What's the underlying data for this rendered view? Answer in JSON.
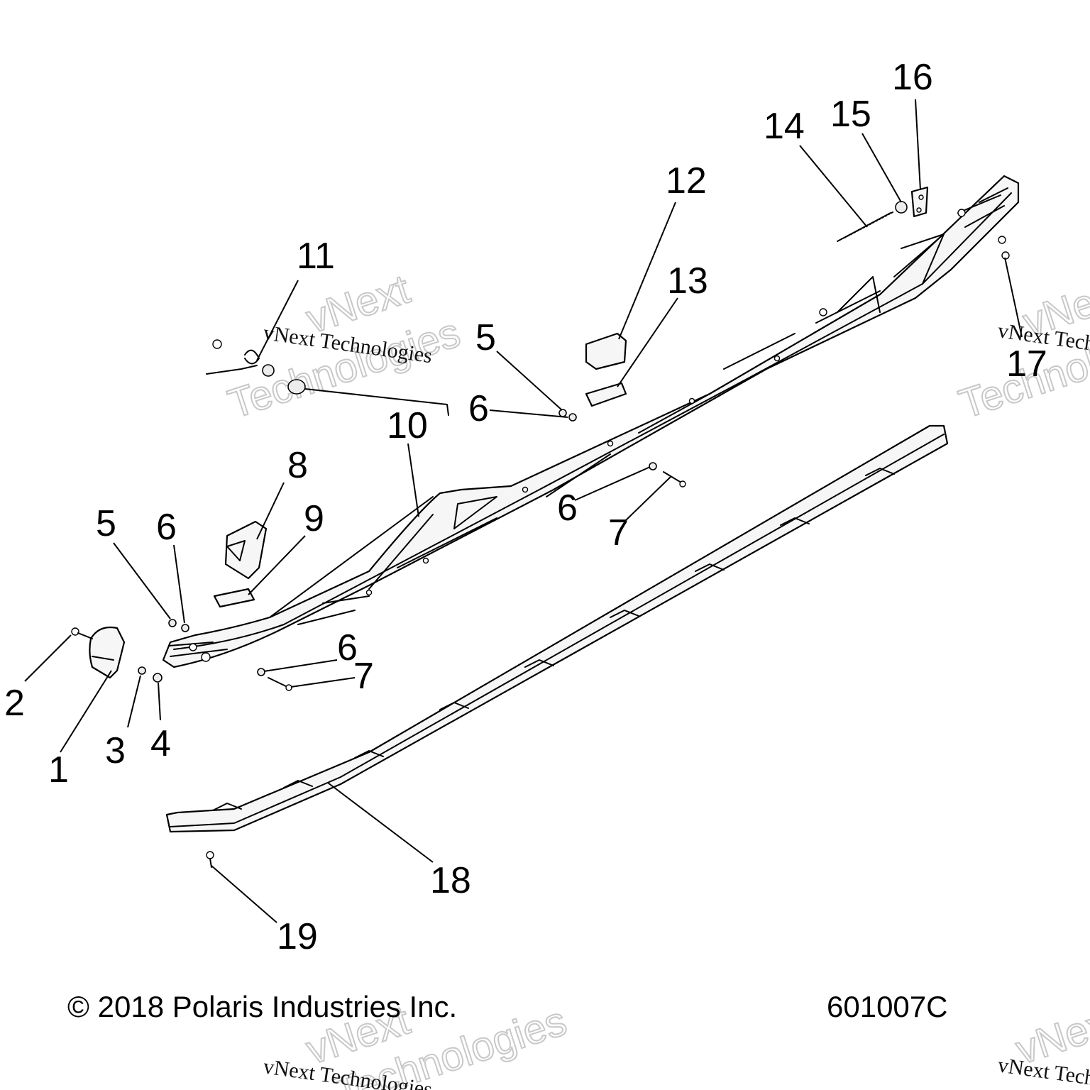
{
  "callouts": [
    {
      "id": "1",
      "label": "1"
    },
    {
      "id": "2",
      "label": "2"
    },
    {
      "id": "3",
      "label": "3"
    },
    {
      "id": "4",
      "label": "4"
    },
    {
      "id": "5a",
      "label": "5"
    },
    {
      "id": "5b",
      "label": "5"
    },
    {
      "id": "6a",
      "label": "6"
    },
    {
      "id": "6b",
      "label": "6"
    },
    {
      "id": "6c",
      "label": "6"
    },
    {
      "id": "6d",
      "label": "6"
    },
    {
      "id": "7a",
      "label": "7"
    },
    {
      "id": "7b",
      "label": "7"
    },
    {
      "id": "8",
      "label": "8"
    },
    {
      "id": "9",
      "label": "9"
    },
    {
      "id": "10",
      "label": "10"
    },
    {
      "id": "11",
      "label": "11"
    },
    {
      "id": "12",
      "label": "12"
    },
    {
      "id": "13",
      "label": "13"
    },
    {
      "id": "14",
      "label": "14"
    },
    {
      "id": "15",
      "label": "15"
    },
    {
      "id": "16",
      "label": "16"
    },
    {
      "id": "17",
      "label": "17"
    },
    {
      "id": "18",
      "label": "18"
    },
    {
      "id": "19",
      "label": "19"
    }
  ],
  "footer": {
    "copyright": "© 2018 Polaris Industries Inc.",
    "figure_number": "601007C"
  },
  "watermark": {
    "line1": "vNext",
    "line2": "Technologies",
    "caption": "vNext Technologies"
  }
}
